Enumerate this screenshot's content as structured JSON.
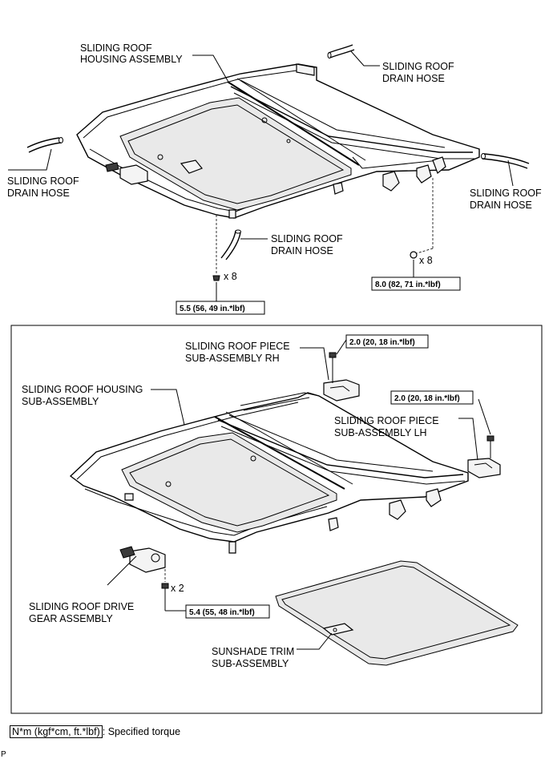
{
  "labels": {
    "housing_assembly": [
      "SLIDING ROOF",
      "HOUSING ASSEMBLY"
    ],
    "drain_hose_top_right": [
      "SLIDING ROOF",
      "DRAIN HOSE"
    ],
    "drain_hose_left": [
      "SLIDING ROOF",
      "DRAIN HOSE"
    ],
    "drain_hose_right": [
      "SLIDING ROOF",
      "DRAIN HOSE"
    ],
    "drain_hose_bottom": [
      "SLIDING ROOF",
      "DRAIN HOSE"
    ],
    "piece_rh": [
      "SLIDING ROOF PIECE",
      "SUB-ASSEMBLY RH"
    ],
    "housing_sub": [
      "SLIDING ROOF HOUSING",
      "SUB-ASSEMBLY"
    ],
    "piece_lh": [
      "SLIDING ROOF PIECE",
      "SUB-ASSEMBLY LH"
    ],
    "drive_gear": [
      "SLIDING ROOF DRIVE",
      "GEAR ASSEMBLY"
    ],
    "sunshade": [
      "SUNSHADE TRIM",
      "SUB-ASSEMBLY"
    ]
  },
  "counts": {
    "nut_left": "x 8",
    "nut_right": "x 8",
    "bolt_gear": "x 2"
  },
  "torques": {
    "nut_left": "5.5 (56, 49 in.*lbf)",
    "nut_right": "8.0 (82, 71 in.*lbf)",
    "piece_rh": "2.0 (20, 18 in.*lbf)",
    "piece_lh": "2.0 (20, 18 in.*lbf)",
    "drive_gear": "5.4 (55, 48 in.*lbf)"
  },
  "legend": {
    "unit": "N*m (kgf*cm, ft.*lbf)",
    "text": ": Specified torque"
  },
  "page_code": "P"
}
